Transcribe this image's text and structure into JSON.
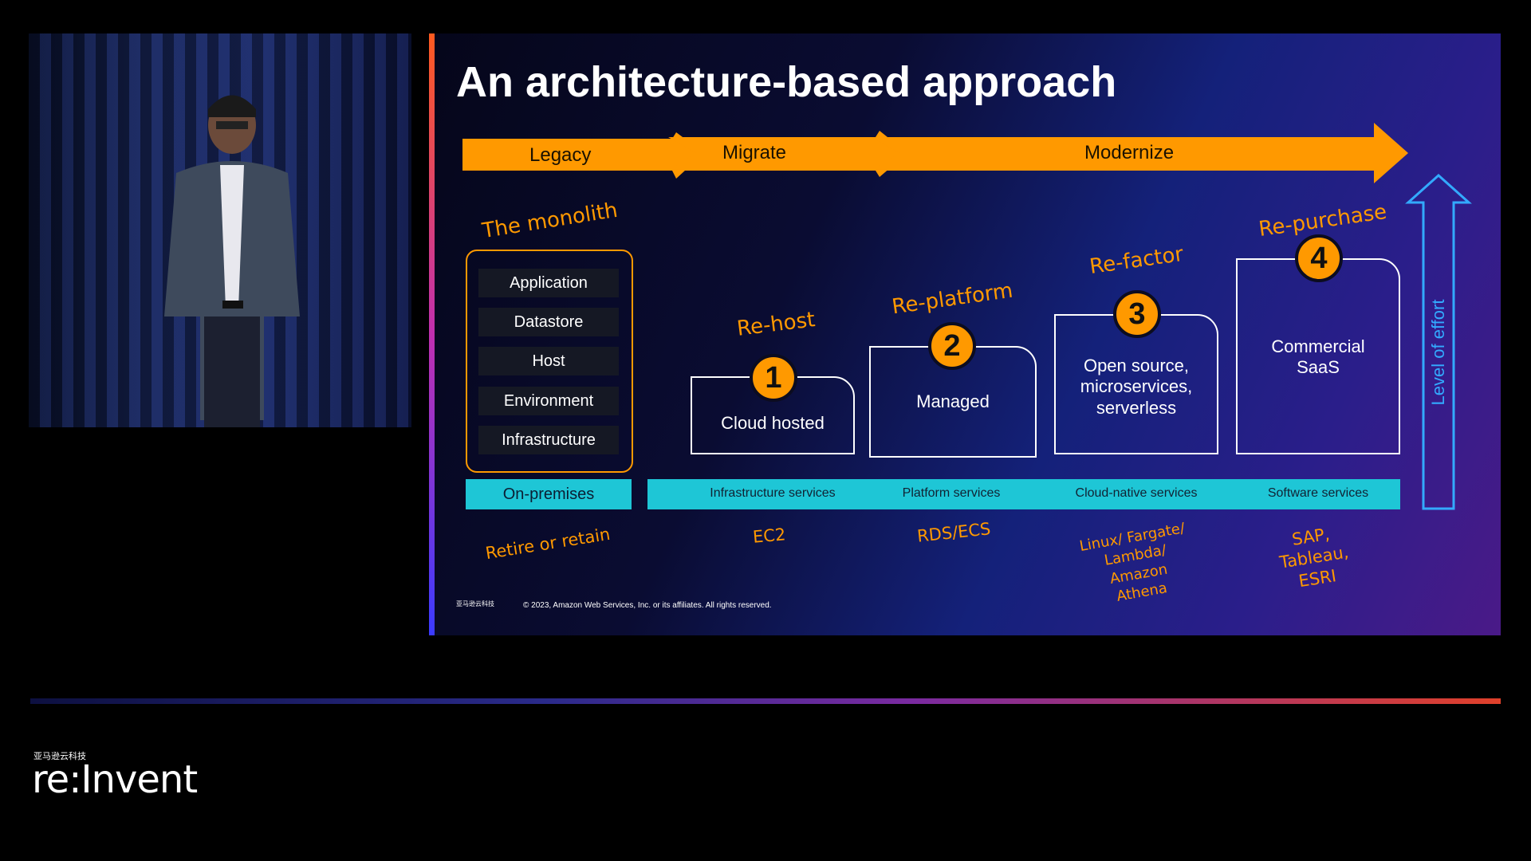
{
  "slide": {
    "title": "An architecture-based approach",
    "phases": [
      "Legacy",
      "Migrate",
      "Modernize"
    ],
    "monolith_title": "The monolith",
    "layers": [
      "Application",
      "Datastore",
      "Host",
      "Environment",
      "Infrastructure"
    ],
    "on_premises": "On-premises",
    "retire": "Retire or retain",
    "steps": [
      {
        "number": "1",
        "caption": "Re-host",
        "box": "Cloud hosted",
        "service": "Infrastructure services",
        "example": "EC2"
      },
      {
        "number": "2",
        "caption": "Re-platform",
        "box": "Managed",
        "service": "Platform services",
        "example": "RDS/ECS"
      },
      {
        "number": "3",
        "caption": "Re-factor",
        "box": "Open source, microservices, serverless",
        "service": "Cloud-native services",
        "example": "Linux/ Fargate/ Lambda/ Amazon Athena"
      },
      {
        "number": "4",
        "caption": "Re-purchase",
        "box": "Commercial SaaS",
        "service": "Software services",
        "example": "SAP, Tableau, ESRI"
      }
    ],
    "effort_label": "Level of effort",
    "copyright": "© 2023, Amazon Web Services, Inc. or its affiliates. All rights reserved.",
    "small_logo": "亚马逊云科技"
  },
  "brand": {
    "sub": "亚马逊云科技",
    "logo": "re:Invent"
  },
  "colors": {
    "orange": "#ff9900",
    "teal": "#1ec6d6"
  }
}
